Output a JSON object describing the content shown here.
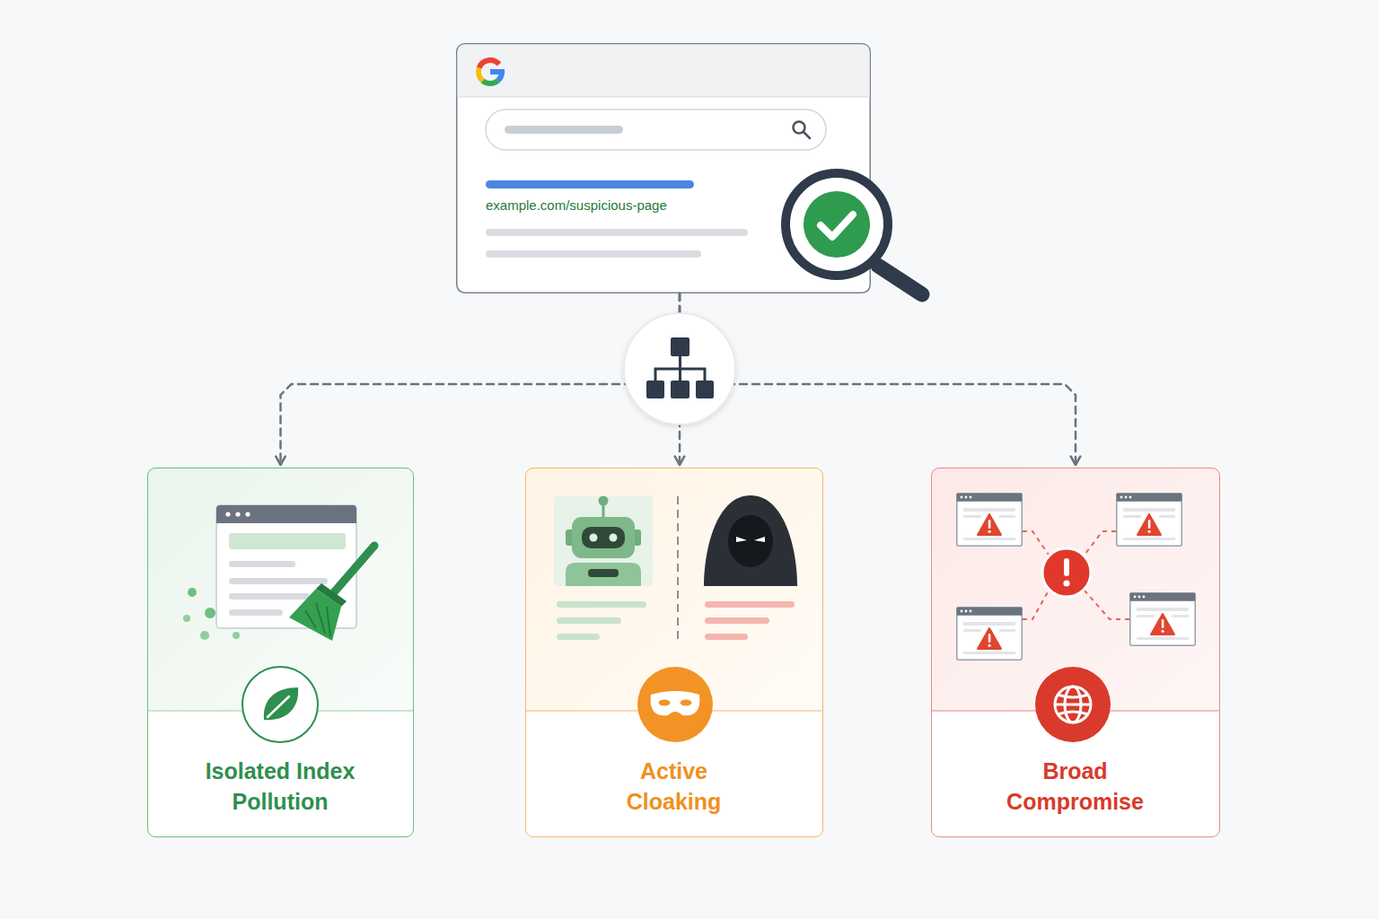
{
  "diagram": {
    "nodes": [
      {
        "text": [
          "example.com/suspicious-page"
        ]
      },
      {
        "text": [
          "Isolated Index Pollution"
        ]
      },
      {
        "text": [
          "Active Cloaking"
        ]
      },
      {
        "text": [
          "Broad Compromise"
        ]
      }
    ],
    "edges": [
      {
        "from": 0,
        "to": 1,
        "arrow": "to"
      },
      {
        "from": 0,
        "to": 2,
        "arrow": "to"
      },
      {
        "from": 0,
        "to": 3,
        "arrow": "to"
      }
    ]
  }
}
